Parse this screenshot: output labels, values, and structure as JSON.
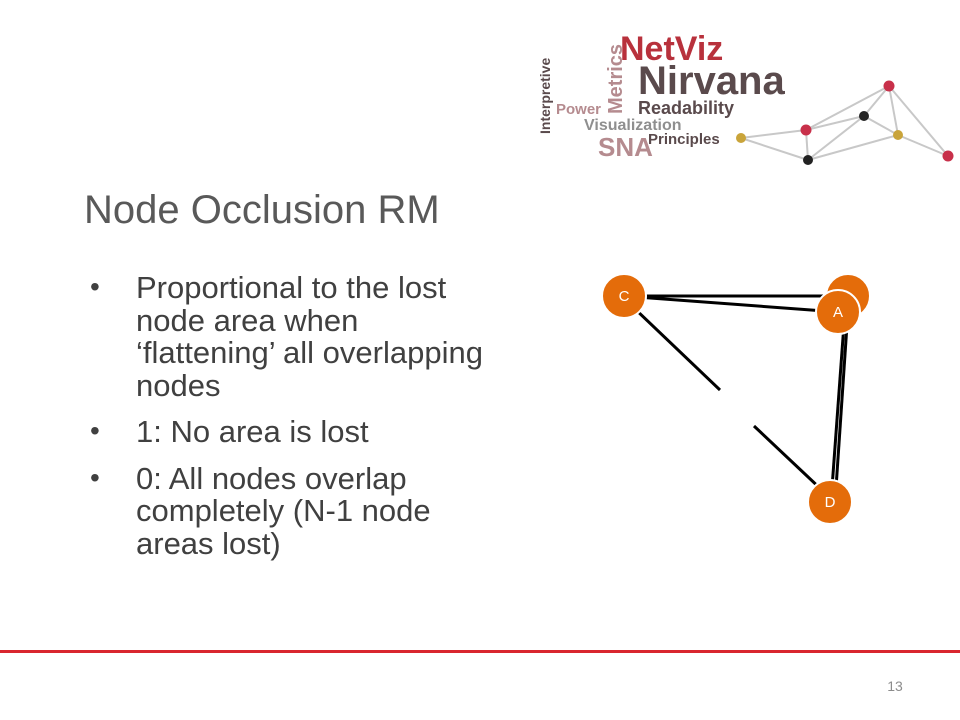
{
  "logo": {
    "title_net": "NetViz",
    "title_nirvana": "Nirvana",
    "words": {
      "interpretive": "Interpretive",
      "metrics": "Metrics",
      "power": "Power",
      "readability": "Readability",
      "visualization": "Visualization",
      "sna": "SNA",
      "principles": "Principles"
    }
  },
  "slide": {
    "title": "Node Occlusion RM",
    "bullets": [
      "Proportional to the lost node area when ‘flattening’ all overlapping nodes",
      "1: No area is lost",
      "0: All nodes overlap completely (N-1 node areas lost)"
    ],
    "page_number": "13"
  },
  "graph": {
    "node_labels": {
      "c": "C",
      "a": "A",
      "d": "D"
    }
  },
  "colors": {
    "node_fill": "#e46c0a",
    "node_stroke": "#ffffff",
    "accent_red": "#d9262e",
    "logo_red": "#b8313c",
    "logo_dark": "#5a4a4c",
    "title_gray": "#595959"
  }
}
